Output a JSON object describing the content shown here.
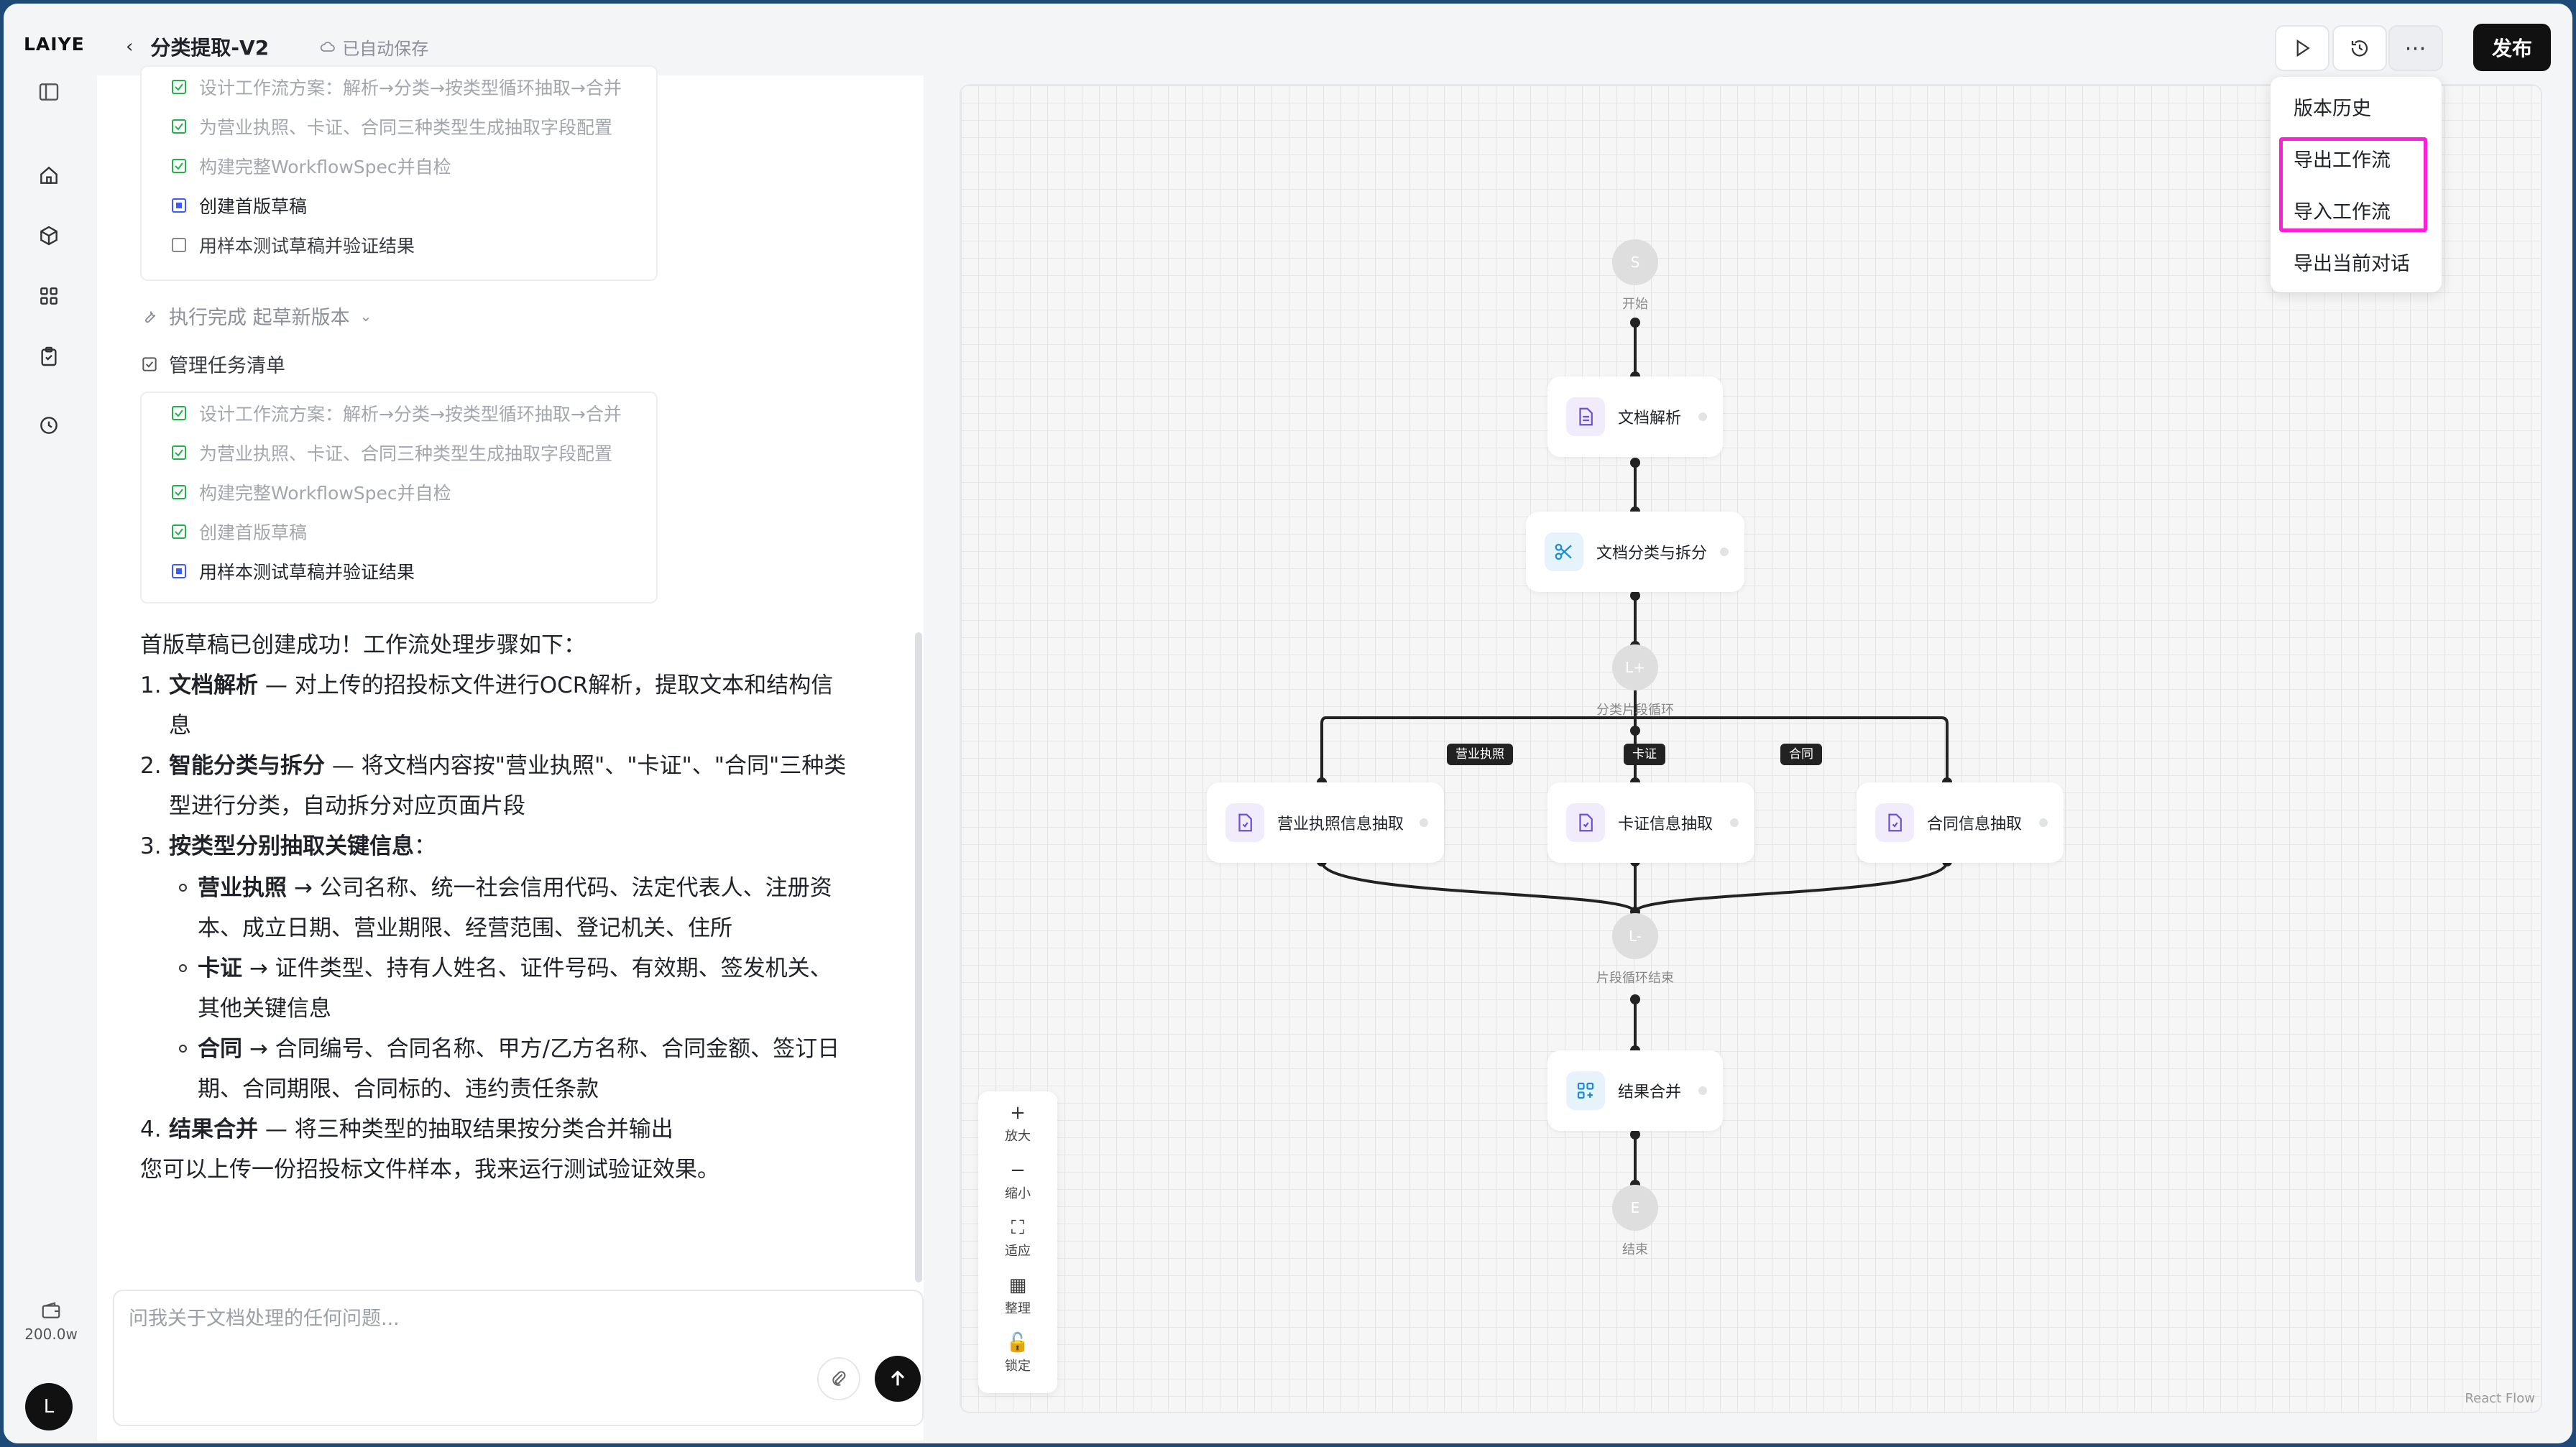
{
  "app": {
    "logo": "LAIYE",
    "credits": "200.0w",
    "avatar_letter": "L"
  },
  "header": {
    "back": "‹",
    "title": "分类提取-V2",
    "autosave": "已自动保存"
  },
  "tasks_first": [
    {
      "text": "设计工作流方案：解析→分类→按类型循环抽取→合并",
      "state": "done"
    },
    {
      "text": "为营业执照、卡证、合同三种类型生成抽取字段配置",
      "state": "done"
    },
    {
      "text": "构建完整WorkflowSpec并自检",
      "state": "done"
    },
    {
      "text": "创建首版草稿",
      "state": "active"
    },
    {
      "text": "用样本测试草稿并验证结果",
      "state": "todo"
    }
  ],
  "exec_line": "执行完成 起草新版本",
  "manage_tasks": "管理任务清单",
  "tasks_second": [
    {
      "text": "设计工作流方案：解析→分类→按类型循环抽取→合并",
      "state": "done"
    },
    {
      "text": "为营业执照、卡证、合同三种类型生成抽取字段配置",
      "state": "done"
    },
    {
      "text": "构建完整WorkflowSpec并自检",
      "state": "done"
    },
    {
      "text": "创建首版草稿",
      "state": "done"
    },
    {
      "text": "用样本测试草稿并验证结果",
      "state": "active"
    }
  ],
  "answer": {
    "intro": "首版草稿已创建成功！工作流处理步骤如下：",
    "s1_num": "1.",
    "s1_bold": "文档解析",
    "s1_l1": " — 对上传的招投标文件进行OCR解析，提取文本和结构信",
    "s1_l2": "息",
    "s2_num": "2.",
    "s2_bold": "智能分类与拆分",
    "s2_l1": " — 将文档内容按\"营业执照\"、\"卡证\"、\"合同\"三种类",
    "s2_l2": "型进行分类，自动拆分对应页面片段",
    "s3_num": "3.",
    "s3_bold": "按类型分别抽取关键信息",
    "s3_tail": "：",
    "b1_bold": "营业执照",
    "b1_l1": " → 公司名称、统一社会信用代码、法定代表人、注册资",
    "b1_l2": "本、成立日期、营业期限、经营范围、登记机关、住所",
    "b2_bold": "卡证",
    "b2_l1": " → 证件类型、持有人姓名、证件号码、有效期、签发机关、",
    "b2_l2": "其他关键信息",
    "b3_bold": "合同",
    "b3_l1": " → 合同编号、合同名称、甲方/乙方名称、合同金额、签订日",
    "b3_l2": "期、合同期限、合同标的、违约责任条款",
    "s4_num": "4.",
    "s4_bold": "结果合并",
    "s4_l1": " — 将三种类型的抽取结果按分类合并输出",
    "outro": "您可以上传一份招投标文件样本，我来运行测试验证效果。"
  },
  "composer": {
    "placeholder": "问我关于文档处理的任何问题..."
  },
  "flow": {
    "start": {
      "letter": "S",
      "label": "开始"
    },
    "parse": "文档解析",
    "classify": "文档分类与拆分",
    "loop": {
      "letter": "L+",
      "label": "分类片段循环"
    },
    "tags": [
      "营业执照",
      "卡证",
      "合同"
    ],
    "extract_license": "营业执照信息抽取",
    "extract_card": "卡证信息抽取",
    "extract_contract": "合同信息抽取",
    "loop_end": {
      "letter": "L-",
      "label": "片段循环结束"
    },
    "merge": "结果合并",
    "end": {
      "letter": "E",
      "label": "结束"
    }
  },
  "zoom": {
    "in": "放大",
    "out": "缩小",
    "fit": "适应",
    "arrange": "整理",
    "lock": "锁定"
  },
  "attribution": "React Flow",
  "toolbar": {
    "publish": "发布"
  },
  "menu": {
    "history": "版本历史",
    "export_flow": "导出工作流",
    "import_flow": "导入工作流",
    "export_chat": "导出当前对话"
  },
  "colors": {
    "highlight": "#ff1fd6",
    "check_done": "#22b14c",
    "check_active": "#3d5afe"
  }
}
